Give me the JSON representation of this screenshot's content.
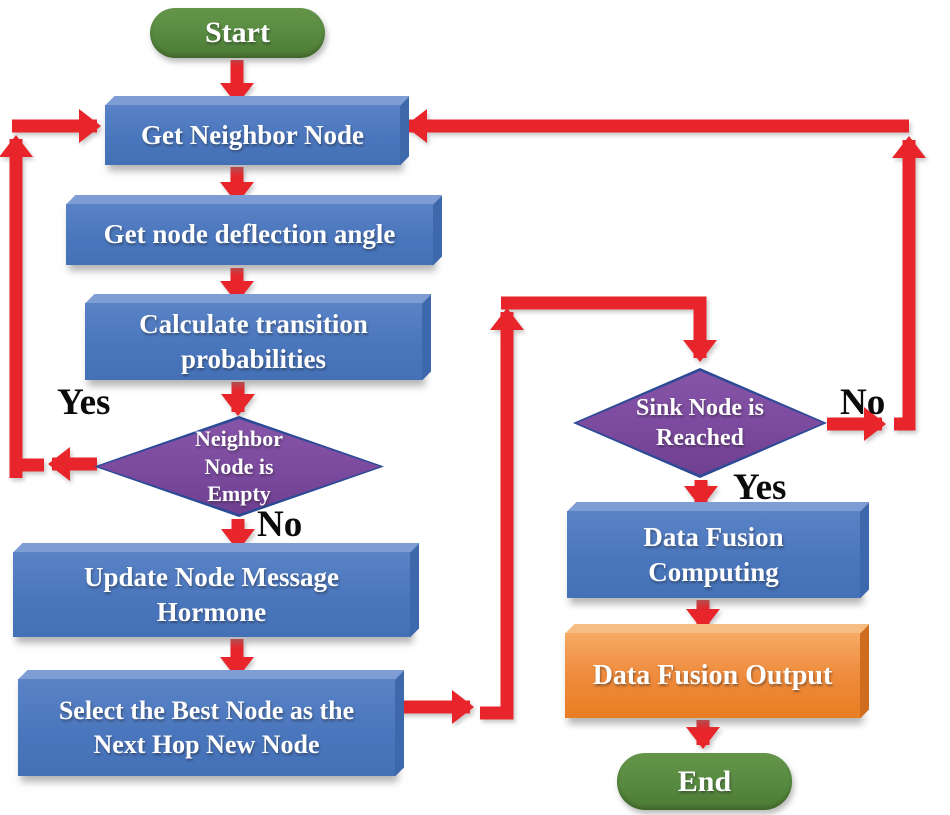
{
  "diagram": {
    "type": "flowchart",
    "nodes": {
      "start": {
        "label": "Start",
        "shape": "stadium",
        "color": "#578a41"
      },
      "get_neighbor": {
        "label": "Get Neighbor Node",
        "shape": "process",
        "color": "#4a76bd"
      },
      "deflection": {
        "label": "Get node deflection angle",
        "shape": "process",
        "color": "#4a76bd"
      },
      "calc": {
        "lines": [
          "Calculate transition",
          "probabilities"
        ],
        "shape": "process",
        "color": "#4a76bd"
      },
      "neighbor_empty": {
        "lines": [
          "Neighbor",
          "Node is",
          "Empty"
        ],
        "shape": "decision",
        "color": "#7b4a9e"
      },
      "update_hormone": {
        "lines": [
          "Update Node Message",
          "Hormone"
        ],
        "shape": "process",
        "color": "#4a76bd"
      },
      "select_best": {
        "lines": [
          "Select the Best Node as the",
          "Next Hop New Node"
        ],
        "shape": "process",
        "color": "#4a76bd"
      },
      "sink_reached": {
        "lines": [
          "Sink Node is",
          "Reached"
        ],
        "shape": "decision",
        "color": "#7b4a9e"
      },
      "fusion_computing": {
        "lines": [
          "Data Fusion",
          "Computing"
        ],
        "shape": "process",
        "color": "#4a76bd"
      },
      "fusion_output": {
        "label": "Data Fusion Output",
        "shape": "process",
        "color": "#ef8b3d"
      },
      "end": {
        "label": "End",
        "shape": "stadium",
        "color": "#578a41"
      }
    },
    "edge_labels": {
      "neighbor_yes": "Yes",
      "neighbor_no": "No",
      "sink_no": "No",
      "sink_yes": "Yes"
    },
    "colors": {
      "arrow": "#e8252b",
      "process_blue": "#4a76bd",
      "decision_purple": "#7b4a9e",
      "decision_border": "#2c4a96",
      "terminal_green": "#578a41",
      "output_orange": "#ef8b3d",
      "node_text": "#ffffff",
      "label_text": "#0b0b0b"
    }
  }
}
